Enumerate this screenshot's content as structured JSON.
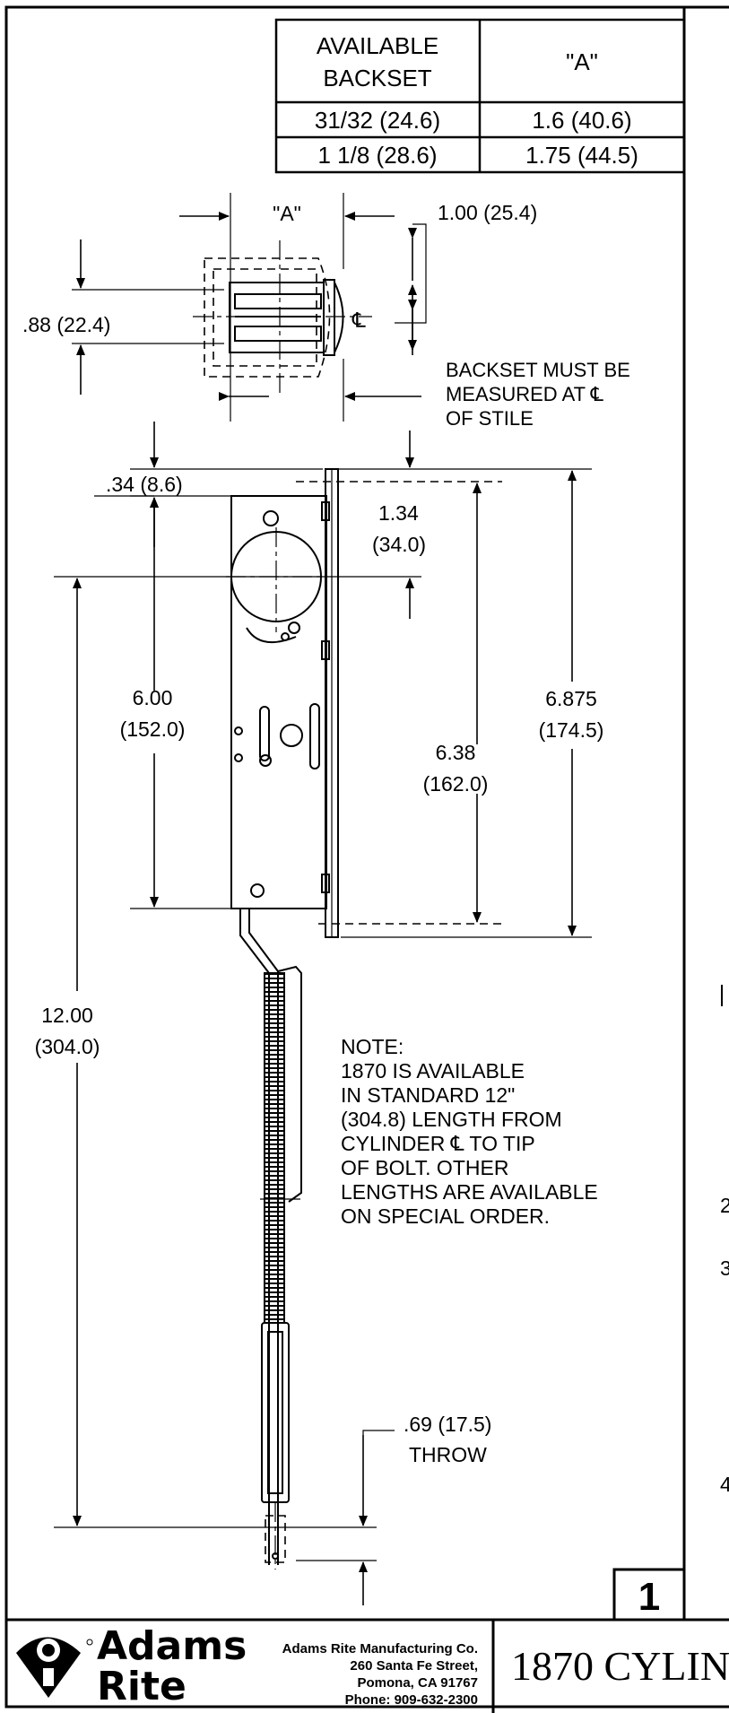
{
  "backset_table": {
    "header_col1_line1": "AVAILABLE",
    "header_col1_line2": "BACKSET",
    "header_col2": "\"A\"",
    "rows": [
      {
        "backset": "31/32 (24.6)",
        "a": "1.6 (40.6)"
      },
      {
        "backset": "1 1/8 (28.6)",
        "a": "1.75 (44.5)"
      }
    ]
  },
  "top_view": {
    "dim_a": "\"A\"",
    "dim_faceplate": "1.00 (25.4)",
    "dim_width": ".88 (22.4)",
    "centerline_symbol": "℄",
    "note_line1": "BACKSET MUST BE",
    "note_line2": "MEASURED AT ℄",
    "note_line3": "OF STILE"
  },
  "side_view": {
    "dim_top_offset": ".34 (8.6)",
    "dim_cyl_center_line1": "1.34",
    "dim_cyl_center_line2": "(34.0)",
    "dim_body_line1": "6.00",
    "dim_body_line2": "(152.0)",
    "dim_case_line1": "6.38",
    "dim_case_line2": "(162.0)",
    "dim_face_line1": "6.875",
    "dim_face_line2": "(174.5)",
    "dim_overall_line1": "12.00",
    "dim_overall_line2": "(304.0)",
    "dim_throw_line1": ".69 (17.5)",
    "dim_throw_line2": "THROW"
  },
  "note": {
    "lines": [
      "NOTE:",
      "1870 IS AVAILABLE",
      "IN STANDARD 12\"",
      "(304.8) LENGTH FROM",
      "CYLINDER ℄  TO TIP",
      "OF BOLT. OTHER",
      "LENGTHS ARE AVAILABLE",
      "ON SPECIAL ORDER."
    ]
  },
  "sheet_number": "1",
  "title_block": {
    "brand_line1": "Adams",
    "brand_line2": "Rite",
    "company": "Adams Rite Manufacturing Co.",
    "street": "260 Santa Fe Street,",
    "city": "Pomona, CA 91767",
    "phone": "Phone: 909-632-2300",
    "drawing_title": "1870 CYLIN"
  },
  "right_margin_marks": [
    "2",
    "3",
    "4"
  ]
}
